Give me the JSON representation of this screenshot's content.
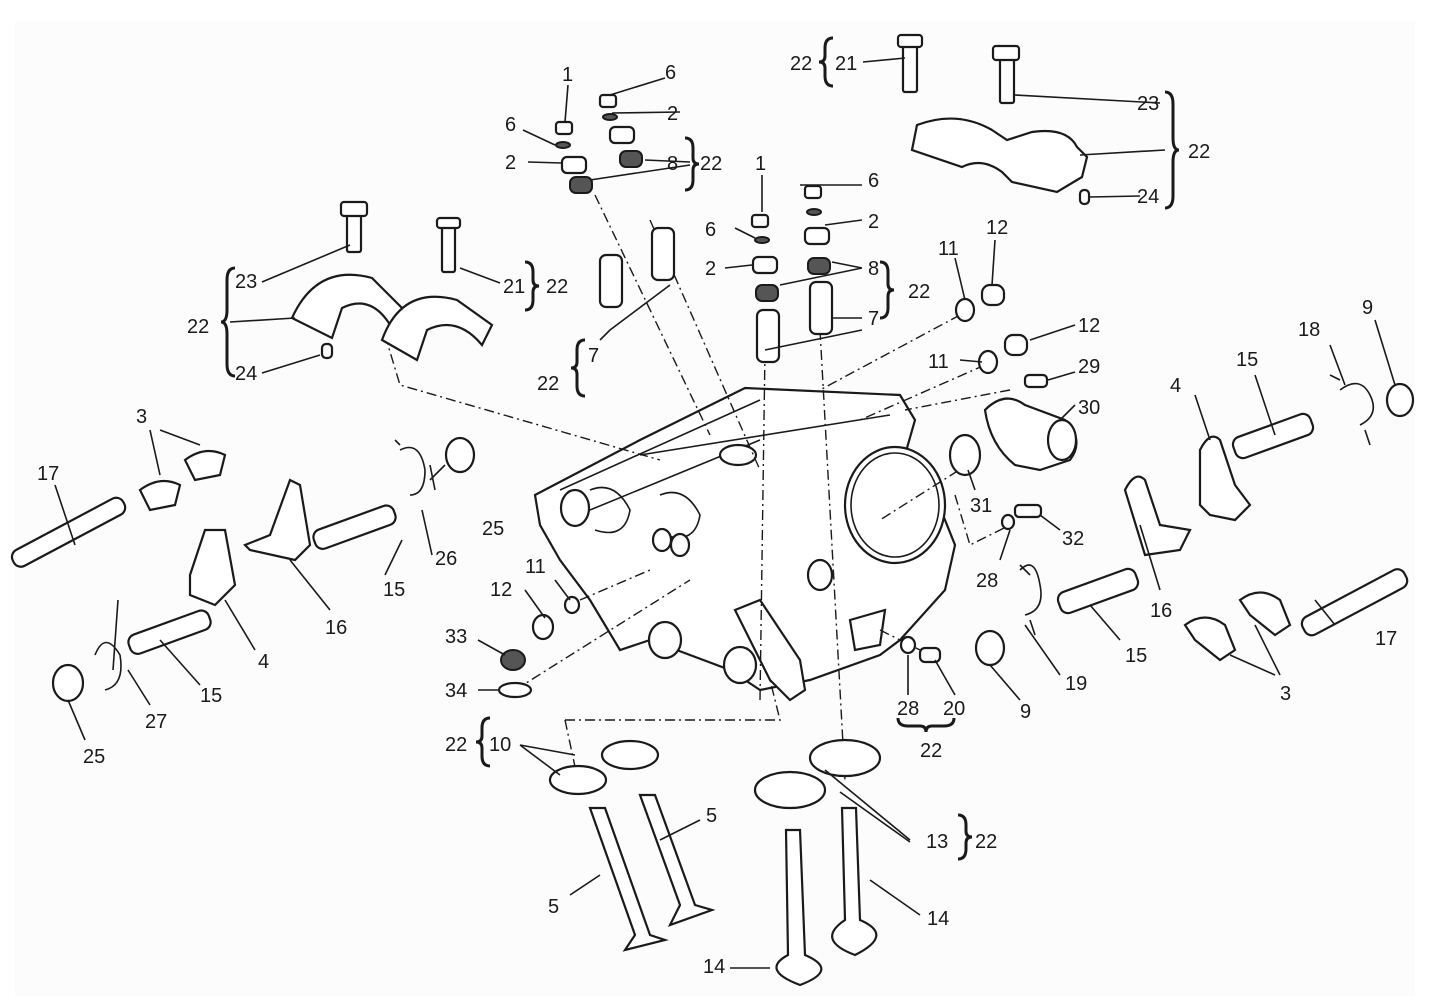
{
  "diagram": {
    "title": "Exploded view – cylinder head, valves and rocker arms",
    "colors": {
      "ink": "#1a1a1a",
      "paper": "#fcfcfc"
    },
    "labels": [
      {
        "id": "l1",
        "text": "1"
      },
      {
        "id": "l2",
        "text": "6"
      },
      {
        "id": "l3",
        "text": "6"
      },
      {
        "id": "l4",
        "text": "2"
      },
      {
        "id": "l5",
        "text": "2"
      },
      {
        "id": "l6",
        "text": "8"
      },
      {
        "id": "l7",
        "text": "22"
      },
      {
        "id": "l8",
        "text": "1"
      },
      {
        "id": "l9",
        "text": "6"
      },
      {
        "id": "l10",
        "text": "6"
      },
      {
        "id": "l11",
        "text": "2"
      },
      {
        "id": "l12",
        "text": "2"
      },
      {
        "id": "l13",
        "text": "8"
      },
      {
        "id": "l14",
        "text": "22"
      },
      {
        "id": "l15",
        "text": "7"
      },
      {
        "id": "l16",
        "text": "7"
      },
      {
        "id": "l17",
        "text": "22"
      },
      {
        "id": "l18",
        "text": "22"
      },
      {
        "id": "l19",
        "text": "21"
      },
      {
        "id": "l20",
        "text": "23"
      },
      {
        "id": "l21",
        "text": "22"
      },
      {
        "id": "l22",
        "text": "24"
      },
      {
        "id": "l23",
        "text": "23"
      },
      {
        "id": "l24",
        "text": "22"
      },
      {
        "id": "l25",
        "text": "24"
      },
      {
        "id": "l26",
        "text": "21"
      },
      {
        "id": "l27",
        "text": "22"
      },
      {
        "id": "l28",
        "text": "11"
      },
      {
        "id": "l29",
        "text": "12"
      },
      {
        "id": "l30",
        "text": "12"
      },
      {
        "id": "l31",
        "text": "11"
      },
      {
        "id": "l32",
        "text": "29"
      },
      {
        "id": "l33",
        "text": "30"
      },
      {
        "id": "l34",
        "text": "31"
      },
      {
        "id": "l35",
        "text": "32"
      },
      {
        "id": "l36",
        "text": "28"
      },
      {
        "id": "l37",
        "text": "9"
      },
      {
        "id": "l38",
        "text": "18"
      },
      {
        "id": "l39",
        "text": "15"
      },
      {
        "id": "l40",
        "text": "4"
      },
      {
        "id": "l41",
        "text": "16"
      },
      {
        "id": "l42",
        "text": "17"
      },
      {
        "id": "l43",
        "text": "3"
      },
      {
        "id": "l44",
        "text": "15"
      },
      {
        "id": "l45",
        "text": "19"
      },
      {
        "id": "l46",
        "text": "9"
      },
      {
        "id": "l47",
        "text": "28"
      },
      {
        "id": "l48",
        "text": "20"
      },
      {
        "id": "l49",
        "text": "22"
      },
      {
        "id": "l50",
        "text": "3"
      },
      {
        "id": "l51",
        "text": "17"
      },
      {
        "id": "l52",
        "text": "25"
      },
      {
        "id": "l53",
        "text": "26"
      },
      {
        "id": "l54",
        "text": "15"
      },
      {
        "id": "l55",
        "text": "16"
      },
      {
        "id": "l56",
        "text": "4"
      },
      {
        "id": "l57",
        "text": "15"
      },
      {
        "id": "l58",
        "text": "27"
      },
      {
        "id": "l59",
        "text": "25"
      },
      {
        "id": "l60",
        "text": "12"
      },
      {
        "id": "l61",
        "text": "11"
      },
      {
        "id": "l62",
        "text": "33"
      },
      {
        "id": "l63",
        "text": "34"
      },
      {
        "id": "l64",
        "text": "22"
      },
      {
        "id": "l65",
        "text": "10"
      },
      {
        "id": "l66",
        "text": "5"
      },
      {
        "id": "l67",
        "text": "5"
      },
      {
        "id": "l68",
        "text": "13"
      },
      {
        "id": "l69",
        "text": "22"
      },
      {
        "id": "l70",
        "text": "14"
      },
      {
        "id": "l71",
        "text": "14"
      }
    ]
  }
}
